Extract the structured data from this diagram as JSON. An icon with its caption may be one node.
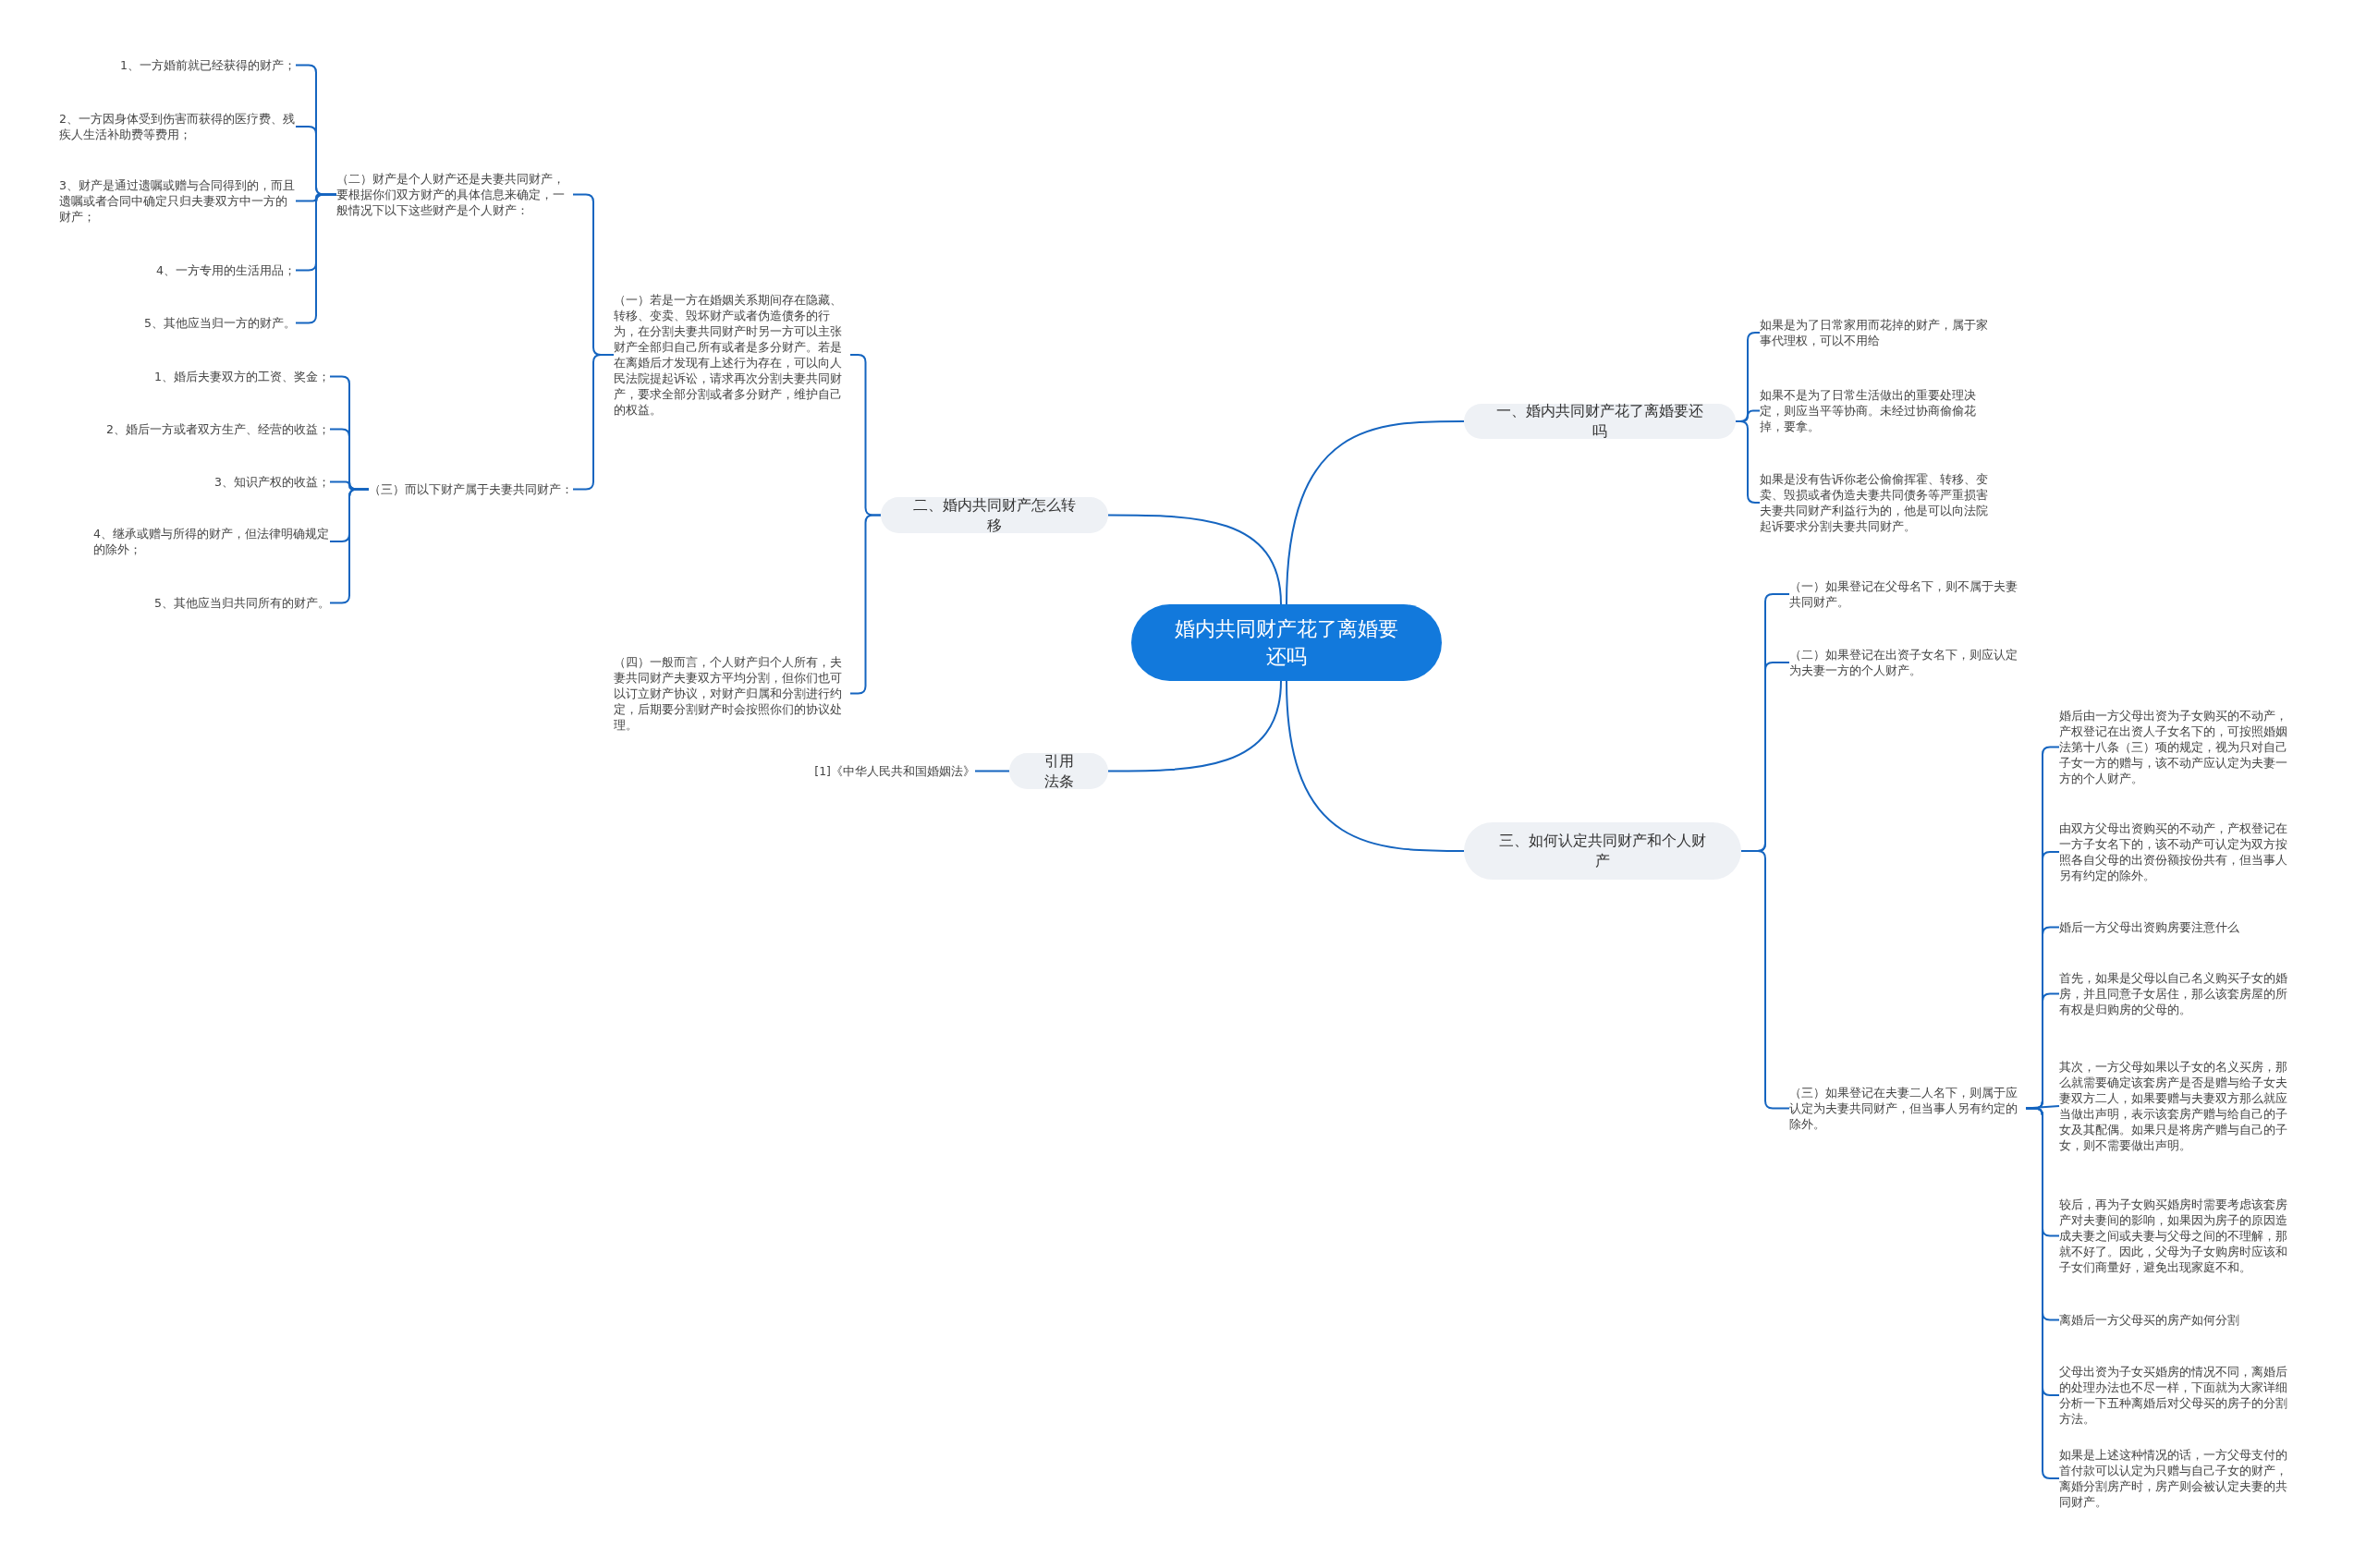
{
  "diagram": {
    "nodes": [
      {
        "text": [
          "婚内共同财产花了离婚要还吗"
        ]
      },
      {
        "text": [
          "一、婚内共同财产花了离婚要还吗"
        ]
      },
      {
        "text": [
          "如果是为了日常家用而花掉的财产，属于家事代理权，可以不用给"
        ]
      },
      {
        "text": [
          "如果不是为了日常生活做出的重要处理决定，则应当平等协商。未经过协商偷偷花掉，要拿。"
        ]
      },
      {
        "text": [
          "如果是没有告诉你老公偷偷挥霍、转移、变卖、毁损或者伪造夫妻共同债务等严重损害夫妻共同财产利益行为的，他是可以向法院起诉要求分割夫妻共同财产。"
        ]
      },
      {
        "text": [
          "二、婚内共同财产怎么转移"
        ]
      },
      {
        "text": [
          "（一）若是一方在婚姻关系期间存在隐藏、转移、变卖、毁坏财产或者伪造债务的行为，在分割夫妻共同财产时另一方可以主张财产全部归自己所有或者是多分财产。若是在离婚后才发现有上述行为存在，可以向人民法院提起诉讼，请求再次分割夫妻共同财产，要求全部分割或者多分财产，维护自己的权益。"
        ]
      },
      {
        "text": [
          "（二）财产是个人财产还是夫妻共同财产，要根据你们双方财产的具体信息来确定，一般情况下以下这些财产是个人财产："
        ]
      },
      {
        "text": [
          "1、一方婚前就已经获得的财产；"
        ]
      },
      {
        "text": [
          "2、一方因身体受到伤害而获得的医疗费、残疾人生活补助费等费用；"
        ]
      },
      {
        "text": [
          "3、财产是通过遗嘱或赠与合同得到的，而且遗嘱或者合同中确定只归夫妻双方中一方的财产；"
        ]
      },
      {
        "text": [
          "4、一方专用的生活用品；"
        ]
      },
      {
        "text": [
          "5、其他应当归一方的财产。"
        ]
      },
      {
        "text": [
          "（三）而以下财产属于夫妻共同财产："
        ]
      },
      {
        "text": [
          "1、婚后夫妻双方的工资、奖金；"
        ]
      },
      {
        "text": [
          "2、婚后一方或者双方生产、经营的收益；"
        ]
      },
      {
        "text": [
          "3、知识产权的收益；"
        ]
      },
      {
        "text": [
          "4、继承或赠与所得的财产，但法律明确规定的除外；"
        ]
      },
      {
        "text": [
          "5、其他应当归共同所有的财产。"
        ]
      },
      {
        "text": [
          "（四）一般而言，个人财产归个人所有，夫妻共同财产夫妻双方平均分割，但你们也可以订立财产协议，对财产归属和分割进行约定，后期要分割财产时会按照你们的协议处理。"
        ]
      },
      {
        "text": [
          "引用法条"
        ]
      },
      {
        "text": [
          "[1]《中华人民共和国婚姻法》"
        ]
      },
      {
        "text": [
          "三、如何认定共同财产和个人财产"
        ]
      },
      {
        "text": [
          "（一）如果登记在父母名下，则不属于夫妻共同财产。"
        ]
      },
      {
        "text": [
          "（二）如果登记在出资子女名下，则应认定为夫妻一方的个人财产。"
        ]
      },
      {
        "text": [
          "（三）如果登记在夫妻二人名下，则属于应认定为夫妻共同财产，但当事人另有约定的除外。"
        ]
      },
      {
        "text": [
          "婚后由一方父母出资为子女购买的不动产，产权登记在出资人子女名下的，可按照婚姻法第十八条（三）项的规定，视为只对自己子女一方的赠与，该不动产应认定为夫妻一方的个人财产。"
        ]
      },
      {
        "text": [
          "由双方父母出资购买的不动产，产权登记在一方子女名下的，该不动产可认定为双方按照各自父母的出资份额按份共有，但当事人另有约定的除外。"
        ]
      },
      {
        "text": [
          "婚后一方父母出资购房要注意什么"
        ]
      },
      {
        "text": [
          "首先，如果是父母以自己名义购买子女的婚房，并且同意子女居住，那么该套房屋的所有权是归购房的父母的。"
        ]
      },
      {
        "text": [
          "其次，一方父母如果以子女的名义买房，那么就需要确定该套房产是否是赠与给子女夫妻双方二人，如果要赠与夫妻双方那么就应当做出声明，表示该套房产赠与给自己的子女及其配偶。如果只是将房产赠与自己的子女，则不需要做出声明。"
        ]
      },
      {
        "text": [
          "较后，再为子女购买婚房时需要考虑该套房产对夫妻间的影响，如果因为房子的原因造成夫妻之间或夫妻与父母之间的不理解，那就不好了。因此，父母为子女购房时应该和子女们商量好，避免出现家庭不和。"
        ]
      },
      {
        "text": [
          "离婚后一方父母买的房产如何分割"
        ]
      },
      {
        "text": [
          "父母出资为子女买婚房的情况不同，离婚后的处理办法也不尽一样，下面就为大家详细分析一下五种离婚后对父母买的房子的分割方法。"
        ]
      },
      {
        "text": [
          "如果是上述这种情况的话，一方父母支付的首付款可以认定为只赠与自己子女的财产，离婚分割房产时，房产则会被认定夫妻的共同财产。"
        ]
      }
    ],
    "edges": [
      {
        "from": 0,
        "to": 1,
        "arrow": "none"
      },
      {
        "from": 1,
        "to": 2,
        "arrow": "none"
      },
      {
        "from": 1,
        "to": 3,
        "arrow": "none"
      },
      {
        "from": 1,
        "to": 4,
        "arrow": "none"
      },
      {
        "from": 0,
        "to": 5,
        "arrow": "none"
      },
      {
        "from": 5,
        "to": 6,
        "arrow": "none"
      },
      {
        "from": 6,
        "to": 7,
        "arrow": "none"
      },
      {
        "from": 7,
        "to": 8,
        "arrow": "none"
      },
      {
        "from": 7,
        "to": 9,
        "arrow": "none"
      },
      {
        "from": 7,
        "to": 10,
        "arrow": "none"
      },
      {
        "from": 7,
        "to": 11,
        "arrow": "none"
      },
      {
        "from": 7,
        "to": 12,
        "arrow": "none"
      },
      {
        "from": 6,
        "to": 13,
        "arrow": "none"
      },
      {
        "from": 13,
        "to": 14,
        "arrow": "none"
      },
      {
        "from": 13,
        "to": 15,
        "arrow": "none"
      },
      {
        "from": 13,
        "to": 16,
        "arrow": "none"
      },
      {
        "from": 13,
        "to": 17,
        "arrow": "none"
      },
      {
        "from": 13,
        "to": 18,
        "arrow": "none"
      },
      {
        "from": 5,
        "to": 19,
        "arrow": "none"
      },
      {
        "from": 0,
        "to": 20,
        "arrow": "none"
      },
      {
        "from": 20,
        "to": 21,
        "arrow": "none"
      },
      {
        "from": 0,
        "to": 22,
        "arrow": "none"
      },
      {
        "from": 22,
        "to": 23,
        "arrow": "none"
      },
      {
        "from": 22,
        "to": 24,
        "arrow": "none"
      },
      {
        "from": 22,
        "to": 25,
        "arrow": "none"
      },
      {
        "from": 25,
        "to": 26,
        "arrow": "none"
      },
      {
        "from": 25,
        "to": 27,
        "arrow": "none"
      },
      {
        "from": 25,
        "to": 28,
        "arrow": "none"
      },
      {
        "from": 25,
        "to": 29,
        "arrow": "none"
      },
      {
        "from": 25,
        "to": 30,
        "arrow": "none"
      },
      {
        "from": 25,
        "to": 31,
        "arrow": "none"
      },
      {
        "from": 25,
        "to": 32,
        "arrow": "none"
      },
      {
        "from": 25,
        "to": 33,
        "arrow": "none"
      },
      {
        "from": 25,
        "to": 34,
        "arrow": "none"
      }
    ]
  }
}
